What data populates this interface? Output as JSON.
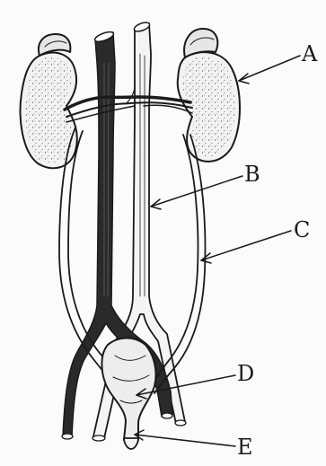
{
  "diagram": {
    "labels": {
      "a": "A",
      "b": "B",
      "c": "C",
      "d": "D",
      "e": "E"
    }
  }
}
